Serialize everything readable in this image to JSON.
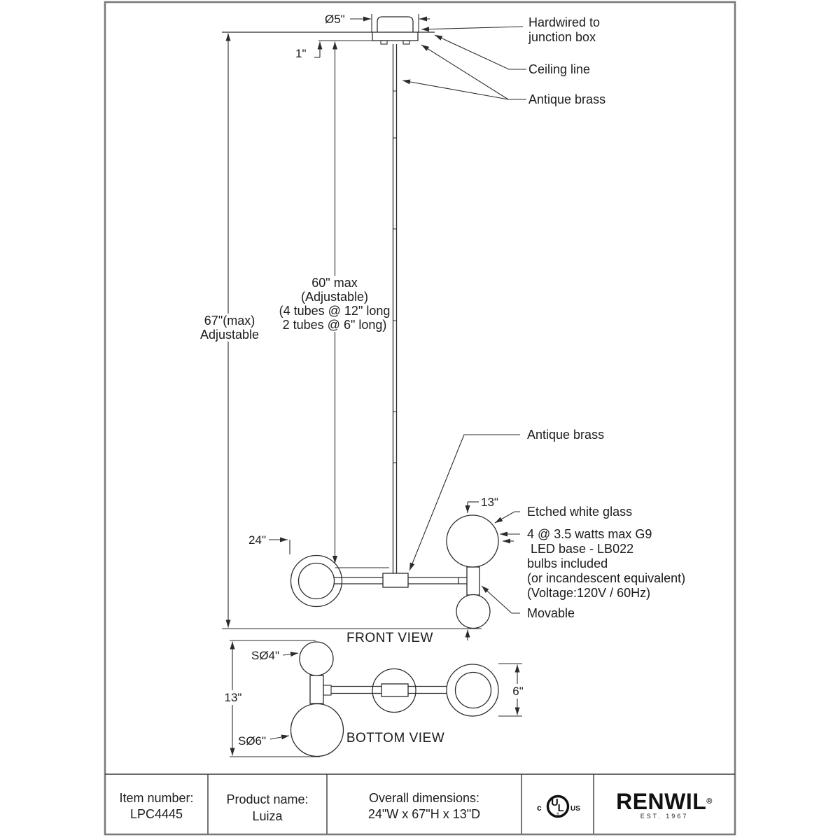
{
  "sheet": {
    "front_view": {
      "title": "FRONT VIEW",
      "callout_hardwired": "Hardwired to\njunction box",
      "callout_ceiling": "Ceiling line",
      "callout_antique_top": "Antique brass",
      "callout_antique_mid": "Antique brass",
      "callout_etched": "Etched white glass",
      "callout_specs": "4 @ 3.5 watts max G9\n LED base - LB022\nbulbs included\n(or incandescent equivalent)\n(Voltage:120V / 60Hz)",
      "callout_movable": "Movable",
      "dim_canopy_diameter": "Ø5\"",
      "dim_canopy_height": "1\"",
      "dim_overall_height": "67\"(max)\nAdjustable",
      "dim_rod": "60\" max\n(Adjustable)\n(4 tubes @ 12\" long\n2 tubes @ 6\" long)",
      "dim_width": "24\"",
      "dim_fixture_height": "13\""
    },
    "bottom_view": {
      "title": "BOTTOM VIEW",
      "dim_height": "13\"",
      "dim_small_globe": "SØ4\"",
      "dim_large_globe": "SØ6\"",
      "dim_ring": "6\""
    },
    "footer": {
      "item_number_label": "Item number:",
      "item_number": "LPC4445",
      "product_name_label": "Product name:",
      "product_name": "Luiza",
      "dimensions_label": "Overall dimensions:",
      "dimensions_value": "24\"W x 67\"H x 13\"D",
      "ul": {
        "c": "c",
        "u": "U",
        "l": "L",
        "reg": "®",
        "us": "US"
      },
      "brand": {
        "name": "RENWIL",
        "reg": "®",
        "est": "EST. 1967"
      }
    },
    "colors": {
      "line": "#2b2b2b",
      "sheet_border": "#7a7a7a",
      "ink": "#111111"
    }
  }
}
